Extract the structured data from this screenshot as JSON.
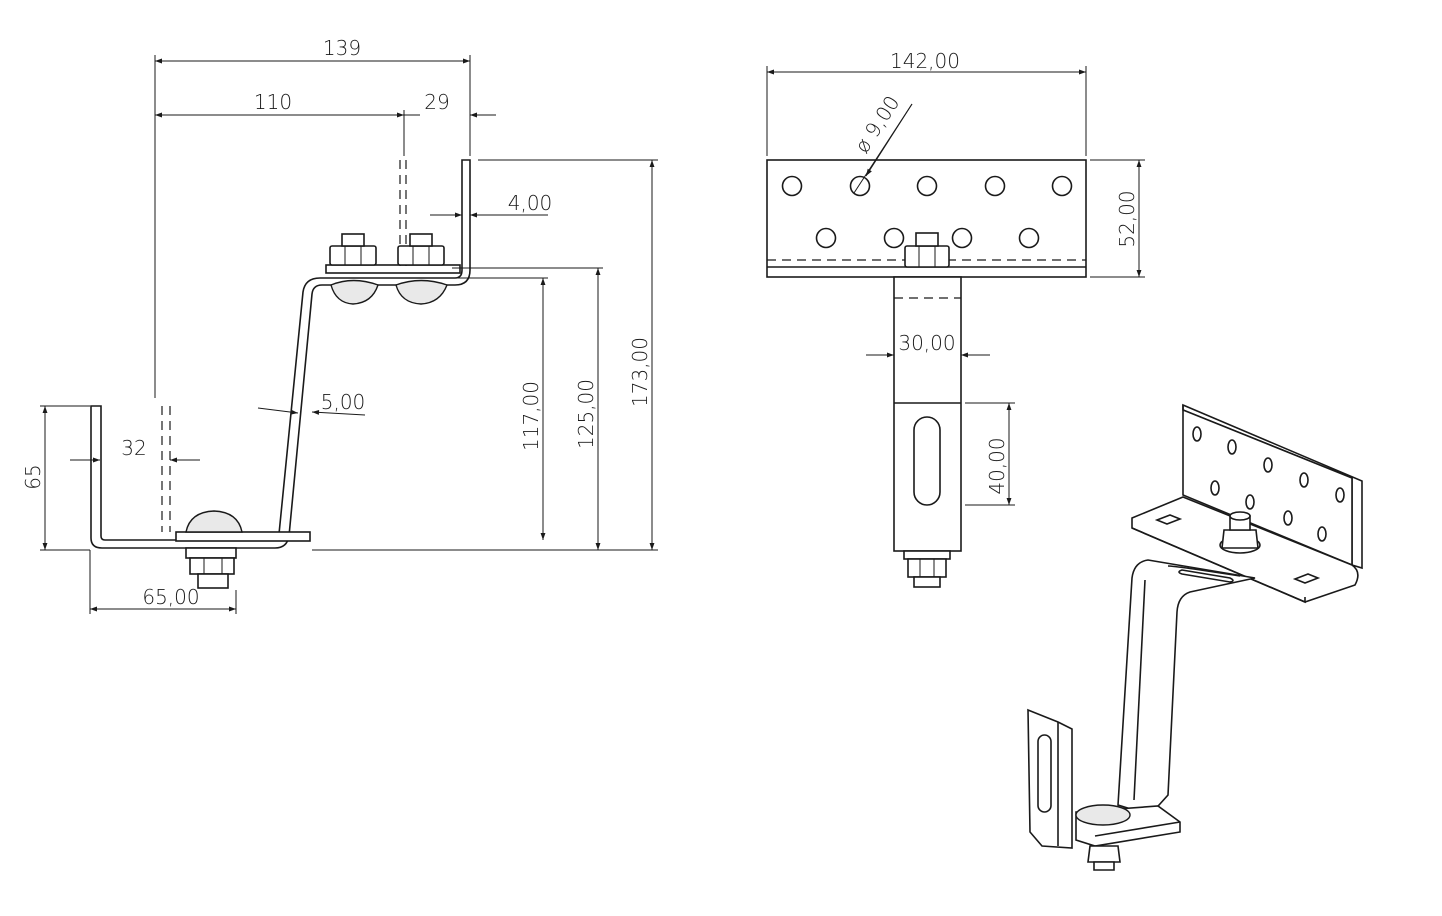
{
  "side_view": {
    "dimensions": {
      "overall_width": "139",
      "inner_width": "110",
      "hook_offset": "29",
      "material_thickness_top": "4,00",
      "material_thickness_web": "5,00",
      "foot_offset": "32",
      "foot_height": "65",
      "foot_length": "65,00",
      "height_117": "117,00",
      "height_125": "125,00",
      "height_173": "173,00"
    }
  },
  "front_view": {
    "dimensions": {
      "plate_width": "142,00",
      "hole_diameter": "ø 9,00",
      "plate_height": "52,00",
      "arm_width": "30,00",
      "slot_length": "40,00"
    }
  }
}
